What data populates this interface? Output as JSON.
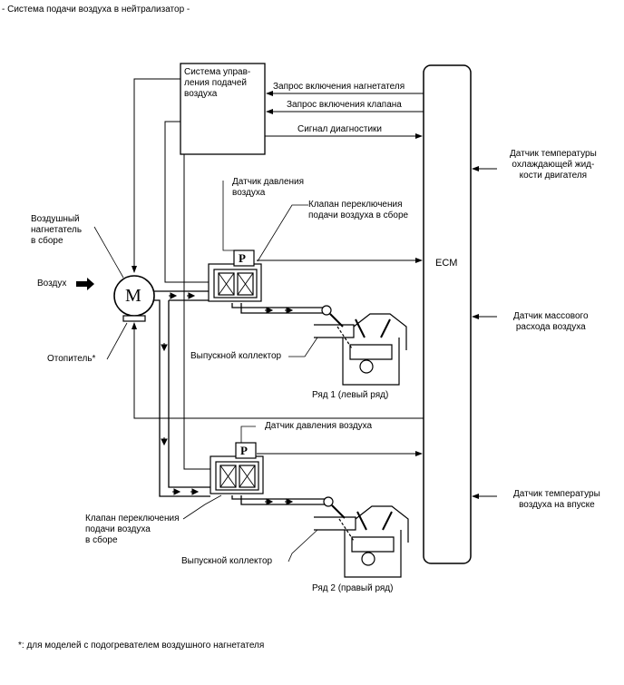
{
  "header": {
    "title": "- Система подачи воздуха в нейтрализатор -"
  },
  "control_system": {
    "label": "Система управ-\nления подачей\nвоздуха"
  },
  "ecm": {
    "label": "ECM"
  },
  "signals": {
    "blower_request": "Запрос включения нагнетателя",
    "valve_request": "Запрос включения клапана",
    "diagnostic_signal": "Сигнал диагностики"
  },
  "sensors_right": {
    "coolant_temp": "Датчик температуры\nохлаждающей жид-\nкости двигателя",
    "mass_air_flow": "Датчик массового\nрасхода воздуха",
    "intake_air_temp": "Датчик температуры\nвоздуха на впуске"
  },
  "blower": {
    "symbol": "M",
    "label": "Воздушный\nнагнетатель\nв сборе",
    "air_label": "Воздух",
    "heater_label": "Отопитель*"
  },
  "bank1": {
    "pressure_sensor": "Датчик давления\nвоздуха",
    "valve_assembly": "Клапан переключения\nподачи воздуха в сборе",
    "exhaust_manifold": "Выпускной коллектор",
    "bank_label": "Ряд 1 (левый ряд)",
    "p_symbol": "P"
  },
  "bank2": {
    "pressure_sensor": "Датчик давления воздуха",
    "valve_assembly": "Клапан переключения\nподачи воздуха\nв сборе",
    "exhaust_manifold": "Выпускной коллектор",
    "bank_label": "Ряд 2 (правый ряд)",
    "p_symbol": "P"
  },
  "footnote": "*: для моделей с подогревателем воздушного нагнетателя"
}
